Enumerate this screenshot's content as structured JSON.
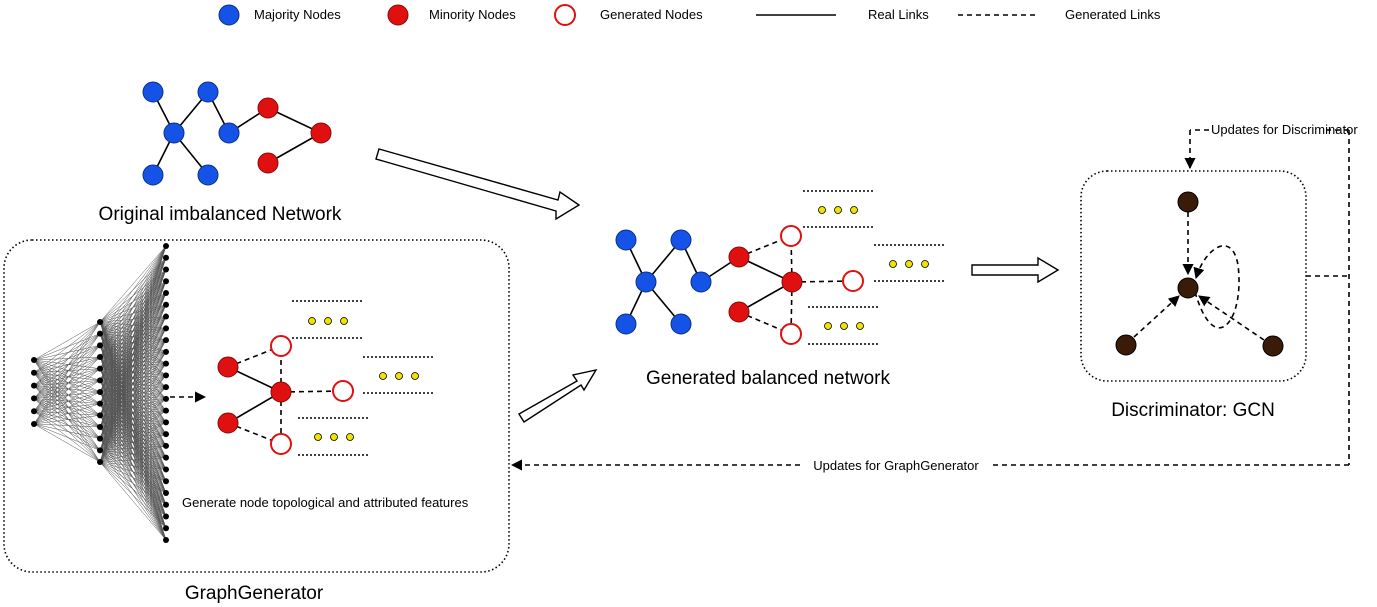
{
  "legend": {
    "majority": "Majority Nodes",
    "minority": "Minority Nodes",
    "generated": "Generated Nodes",
    "real_links": "Real Links",
    "generated_links": "Generated Links"
  },
  "labels": {
    "original_network": "Original imbalanced Network",
    "balanced_network": "Generated balanced network",
    "discriminator": "Discriminator: GCN",
    "generator": "GraphGenerator",
    "generate_features": "Generate node topological and attributed features",
    "updates_discriminator": "Updates for Discriminator",
    "updates_generator": "Updates for GraphGenerator"
  },
  "colors": {
    "majority": "#1453e6",
    "minority": "#e01010",
    "generated_stroke": "#e01010",
    "discriminator_node": "#3a1a08",
    "feature_dots": "#f2e200",
    "line": "#000000"
  }
}
